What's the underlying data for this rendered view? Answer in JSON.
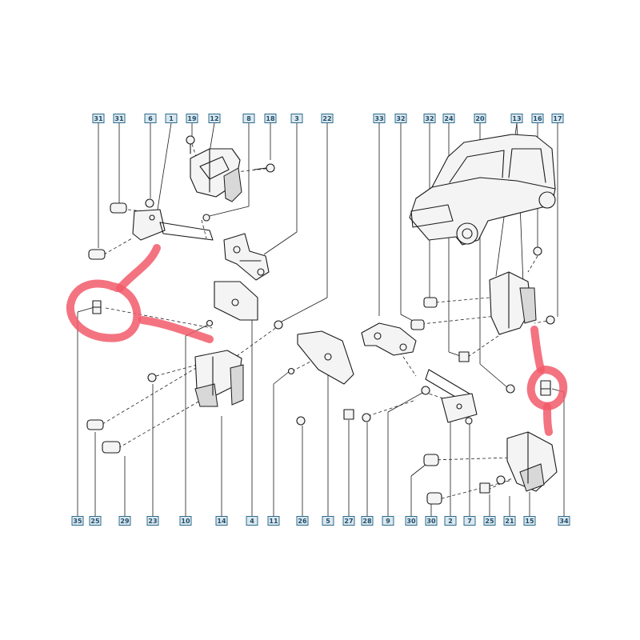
{
  "colors": {
    "callout_fill": "#dbe7ee",
    "callout_stroke": "#2d6c8e",
    "callout_text": "#1d4d6b",
    "highlight": "#f25a6a",
    "line": "#1a1a1a"
  },
  "top_callouts": [
    "31",
    "31",
    "6",
    "1",
    "19",
    "12",
    "8",
    "18",
    "3",
    "22",
    "33",
    "32",
    "32",
    "24",
    "20",
    "13",
    "16",
    "17"
  ],
  "bottom_callouts": [
    "35",
    "25",
    "29",
    "23",
    "10",
    "14",
    "4",
    "11",
    "26",
    "5",
    "27",
    "28",
    "9",
    "30",
    "30",
    "2",
    "7",
    "25",
    "21",
    "15",
    "34"
  ],
  "highlights": [
    {
      "name": "highlight-part-35",
      "description_color": "#f25a6a"
    },
    {
      "name": "highlight-part-34",
      "description_color": "#f25a6a"
    }
  ]
}
